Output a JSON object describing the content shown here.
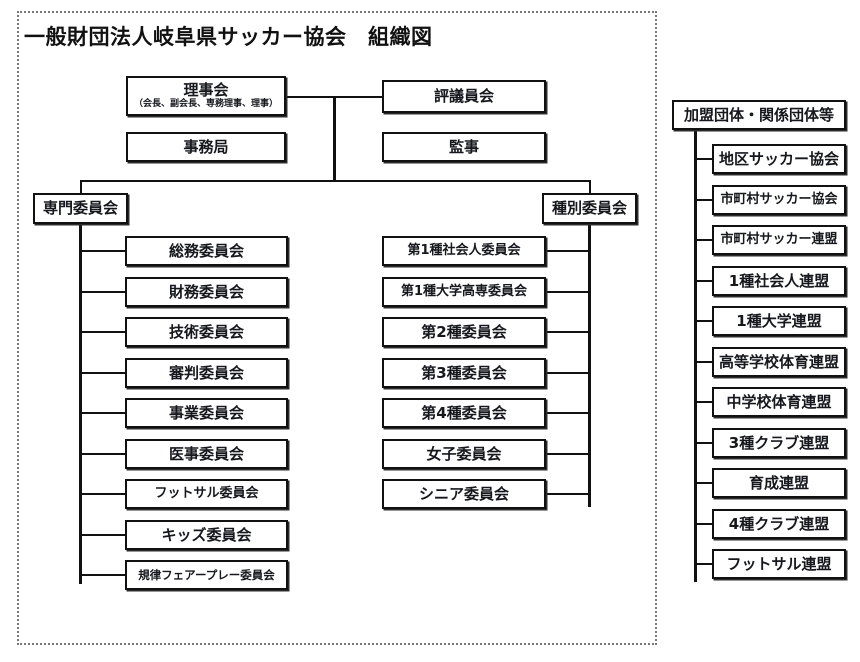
{
  "title": "一般財団法人岐阜県サッカー協会　組織図",
  "top": {
    "board": {
      "label": "理事会",
      "sub": "（会長、副会長、専務理事、理事）"
    },
    "office": {
      "label": "事務局"
    },
    "councillors": {
      "label": "評議員会"
    },
    "auditor": {
      "label": "監事"
    }
  },
  "branch_left": {
    "header": "専門委員会",
    "items": [
      {
        "label": "総務委員会"
      },
      {
        "label": "財務委員会"
      },
      {
        "label": "技術委員会"
      },
      {
        "label": "審判委員会"
      },
      {
        "label": "事業委員会"
      },
      {
        "label": "医事委員会"
      },
      {
        "label": "フットサル委員会"
      },
      {
        "label": "キッズ委員会"
      },
      {
        "label": "規律フェアープレー委員会"
      }
    ]
  },
  "branch_middle": {
    "header": "種別委員会",
    "items": [
      {
        "label": "第1種社会人委員会"
      },
      {
        "label": "第1種大学高専委員会"
      },
      {
        "label": "第2種委員会"
      },
      {
        "label": "第3種委員会"
      },
      {
        "label": "第4種委員会"
      },
      {
        "label": "女子委員会"
      },
      {
        "label": "シニア委員会"
      }
    ]
  },
  "branch_right": {
    "header": "加盟団体・関係団体等",
    "items": [
      {
        "label": "地区サッカー協会"
      },
      {
        "label": "市町村サッカー協会"
      },
      {
        "label": "市町村サッカー連盟"
      },
      {
        "label": "1種社会人連盟"
      },
      {
        "label": "1種大学連盟"
      },
      {
        "label": "高等学校体育連盟"
      },
      {
        "label": "中学校体育連盟"
      },
      {
        "label": "3種クラブ連盟"
      },
      {
        "label": "育成連盟"
      },
      {
        "label": "4種クラブ連盟"
      },
      {
        "label": "フットサル連盟"
      }
    ]
  },
  "colors": {
    "line": "#111111",
    "frame": "#777777",
    "background": "#ffffff",
    "text": "#16181d"
  }
}
